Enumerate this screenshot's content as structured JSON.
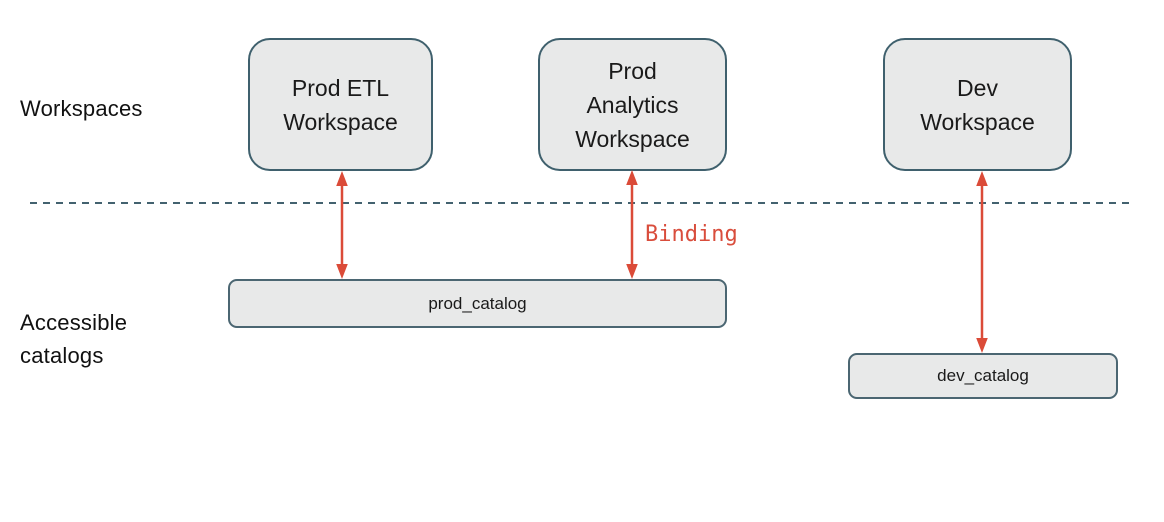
{
  "row_labels": {
    "workspaces": "Workspaces",
    "accessible_catalogs": "Accessible\ncatalogs"
  },
  "workspaces": [
    {
      "id": "prod-etl-workspace",
      "label": "Prod ETL\nWorkspace"
    },
    {
      "id": "prod-analytics-workspace",
      "label": "Prod\nAnalytics\nWorkspace"
    },
    {
      "id": "dev-workspace",
      "label": "Dev\nWorkspace"
    }
  ],
  "catalogs": [
    {
      "id": "prod-catalog",
      "label": "prod_catalog"
    },
    {
      "id": "dev-catalog",
      "label": "dev_catalog"
    }
  ],
  "bindings": [
    {
      "from": "Prod ETL Workspace",
      "to": "prod_catalog"
    },
    {
      "from": "Prod Analytics Workspace",
      "to": "prod_catalog",
      "label": "Binding"
    },
    {
      "from": "Dev Workspace",
      "to": "dev_catalog"
    }
  ],
  "binding_label": "Binding",
  "colors": {
    "node_fill": "#e8e9e9",
    "node_border": "#3f606d",
    "separator": "#43626f",
    "arrow": "#db4b38",
    "binding_text": "#d94d3c",
    "text": "#1a1a1a",
    "background": "#ffffff"
  }
}
